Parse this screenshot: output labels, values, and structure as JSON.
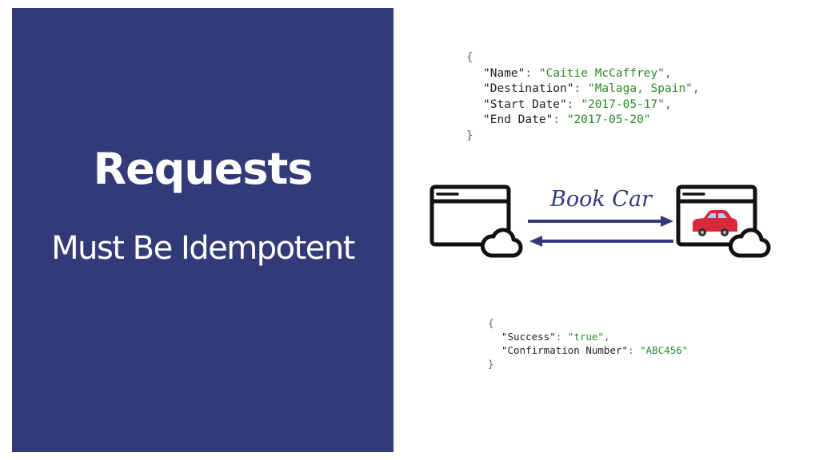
{
  "slide": {
    "title": "Requests",
    "subtitle": "Must Be Idempotent",
    "panel_color": "#323b78"
  },
  "request_json": {
    "open": "{",
    "close": "}",
    "fields": [
      {
        "key": "\"Name\"",
        "value": "\"Caitie McCaffrey\"",
        "comma": ","
      },
      {
        "key": "\"Destination\"",
        "value": "\"Malaga, Spain\"",
        "comma": ","
      },
      {
        "key": "\"Start Date\"",
        "value": "\"2017-05-17\"",
        "comma": ","
      },
      {
        "key": "\"End Date\"",
        "value": "\"2017-05-20\"",
        "comma": ""
      }
    ]
  },
  "response_json": {
    "open": "{",
    "close": "}",
    "fields": [
      {
        "key": "\"Success\"",
        "value": "\"true\"",
        "comma": ","
      },
      {
        "key": "\"Confirmation Number\"",
        "value": "\"ABC456\"",
        "comma": ""
      }
    ]
  },
  "diagram": {
    "label": "Book Car",
    "arrow_color": "#323b78",
    "car_color": "#d9283c"
  }
}
